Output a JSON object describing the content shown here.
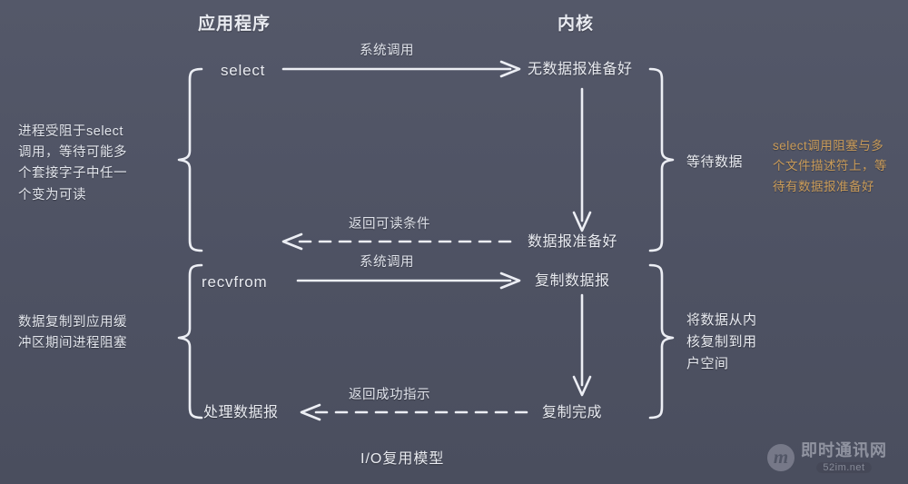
{
  "diagram": {
    "caption": "I/O复用模型",
    "columns": {
      "application": "应用程序",
      "kernel": "内核"
    },
    "colors": {
      "background": "#4e5263",
      "stroke": "#eceef4",
      "text": "#e9ebf1",
      "accent_orange": "#c99b59"
    },
    "nodes": {
      "select": "select",
      "no_datagram_ready": "无数据报准备好",
      "datagram_ready": "数据报准备好",
      "recvfrom": "recvfrom",
      "copy_datagram": "复制数据报",
      "copy_complete": "复制完成",
      "process_datagram": "处理数据报"
    },
    "arrow_labels": {
      "syscall_select": "系统调用",
      "return_readable": "返回可读条件",
      "syscall_recvfrom": "系统调用",
      "return_success": "返回成功指示"
    },
    "left_notes": [
      "进程受阻于select\n调用，等待可能多\n个套接字子中任一\n个变为可读",
      "数据复制到应用缓\n冲区期间进程阻塞"
    ],
    "right_notes": [
      "等待数据",
      "将数据从内\n核复制到用\n户空间"
    ],
    "orange_note": "select调用阻塞与多\n个文件描述符上，等\n待有数据报准备好"
  },
  "watermark": {
    "logo": "m",
    "name": "即时通讯网",
    "url": "52im.net"
  }
}
